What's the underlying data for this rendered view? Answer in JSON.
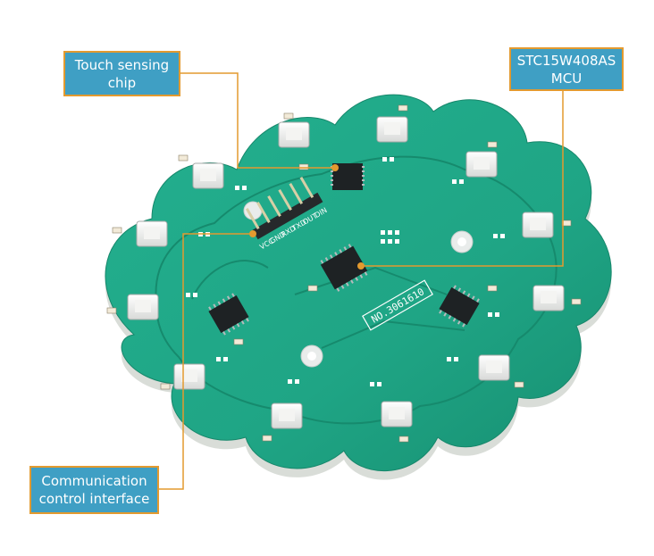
{
  "labels": {
    "touch_chip": {
      "line1": "Touch sensing",
      "line2": "chip"
    },
    "mcu": {
      "line1": "STC15W408AS",
      "line2": "MCU"
    },
    "comm": {
      "line1": "Communication",
      "line2": "control interface"
    }
  },
  "board": {
    "serial_text": "NO.3061610",
    "pin_labels": [
      "VCC",
      "GND",
      "RXD",
      "TXD",
      "OUT",
      "DIN"
    ]
  },
  "colors": {
    "pcb_green": "#1fa585",
    "pcb_edge": "#d9ddd8",
    "label_fill": "#3f9fc4",
    "label_border": "#e39a2f",
    "leader_line": "#e39a2f"
  }
}
